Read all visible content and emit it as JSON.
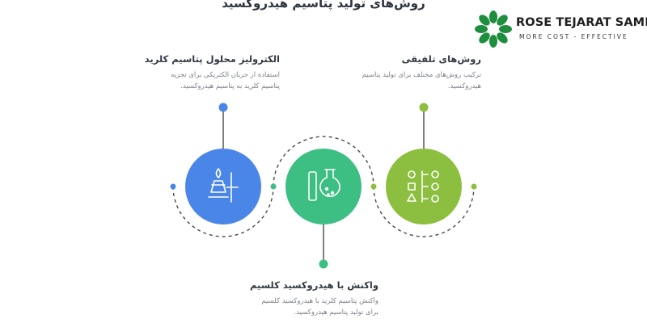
{
  "title": "روش‌های تولید پتاسیم هیدروکسید",
  "logo": {
    "name": "ROSE TEJARAT SAMIR",
    "tagline": "MORE COST - EFFECTIVE",
    "icon": "green-flower-icon",
    "color": "#1e8e3e"
  },
  "steps": [
    {
      "title": "الکترولیز محلول پتاسیم کلرید",
      "desc_line1": "استفاده از جریان الکتریکی برای تجزیه",
      "desc_line2": "پتاسیم کلرید به پتاسیم هیدروکسید.",
      "icon": "bunsen-burner-icon",
      "color": "#4a86e8"
    },
    {
      "title": "واکنش با هیدروکسید کلسیم",
      "desc_line1": "واکنش پتاسیم کلرید با هیدروکسید کلسیم",
      "desc_line2": "برای تولید پتاسیم هیدروکسید.",
      "icon": "flask-icon",
      "color": "#3dbf84"
    },
    {
      "title": "روش‌های تلفیقی",
      "desc_line1": "ترکیب روش‌های مختلف برای تولید پتاسیم",
      "desc_line2": "هیدروکسید.",
      "icon": "shapes-diagram-icon",
      "color": "#8cbf3f"
    }
  ],
  "colors": {
    "dashed_ring": "#4a4a4a",
    "title_text": "#2f3440",
    "desc_text": "#7a7f88"
  }
}
